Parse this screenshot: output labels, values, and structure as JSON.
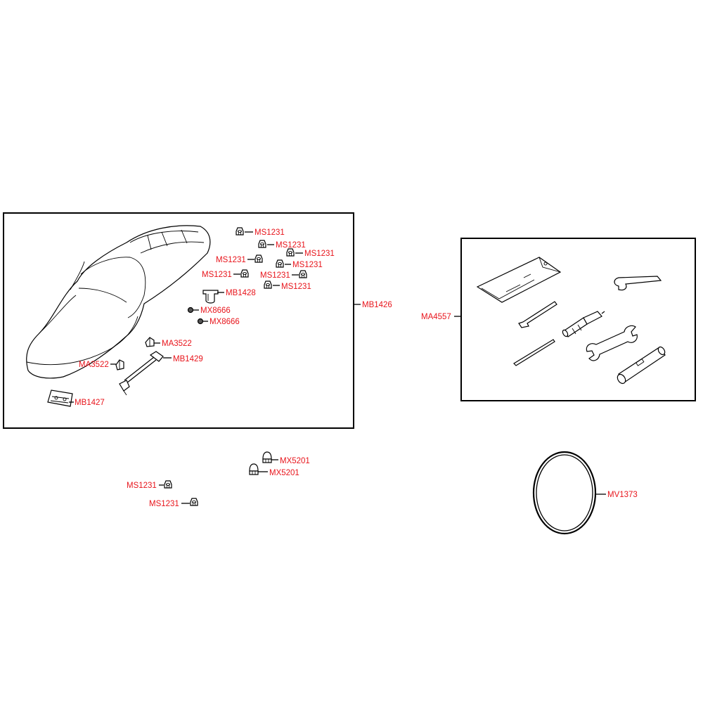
{
  "labels": {
    "seat_assembly": "MB1426",
    "tool_kit": "MA4557",
    "drive_belt": "MV1373",
    "ms1231": "MS1231",
    "mb1428": "MB1428",
    "mx8666": "MX8666",
    "ma3522": "MA3522",
    "mb1429": "MB1429",
    "mb1427": "MB1427",
    "mx5201": "MX5201"
  },
  "colors": {
    "label": "#e8141b",
    "line": "#000000",
    "background": "#ffffff"
  },
  "icons": [
    "seat-icon",
    "nut-icon",
    "hinge-icon",
    "bolt-icon",
    "clip-icon",
    "lock-rod-icon",
    "latch-plate-icon",
    "tool-pouch-icon",
    "hook-spanner-icon",
    "hex-key-icon",
    "screwdriver-icon",
    "screwdriver-bit-icon",
    "open-wrench-icon",
    "box-spanner-icon",
    "cap-nut-icon",
    "belt-icon"
  ]
}
